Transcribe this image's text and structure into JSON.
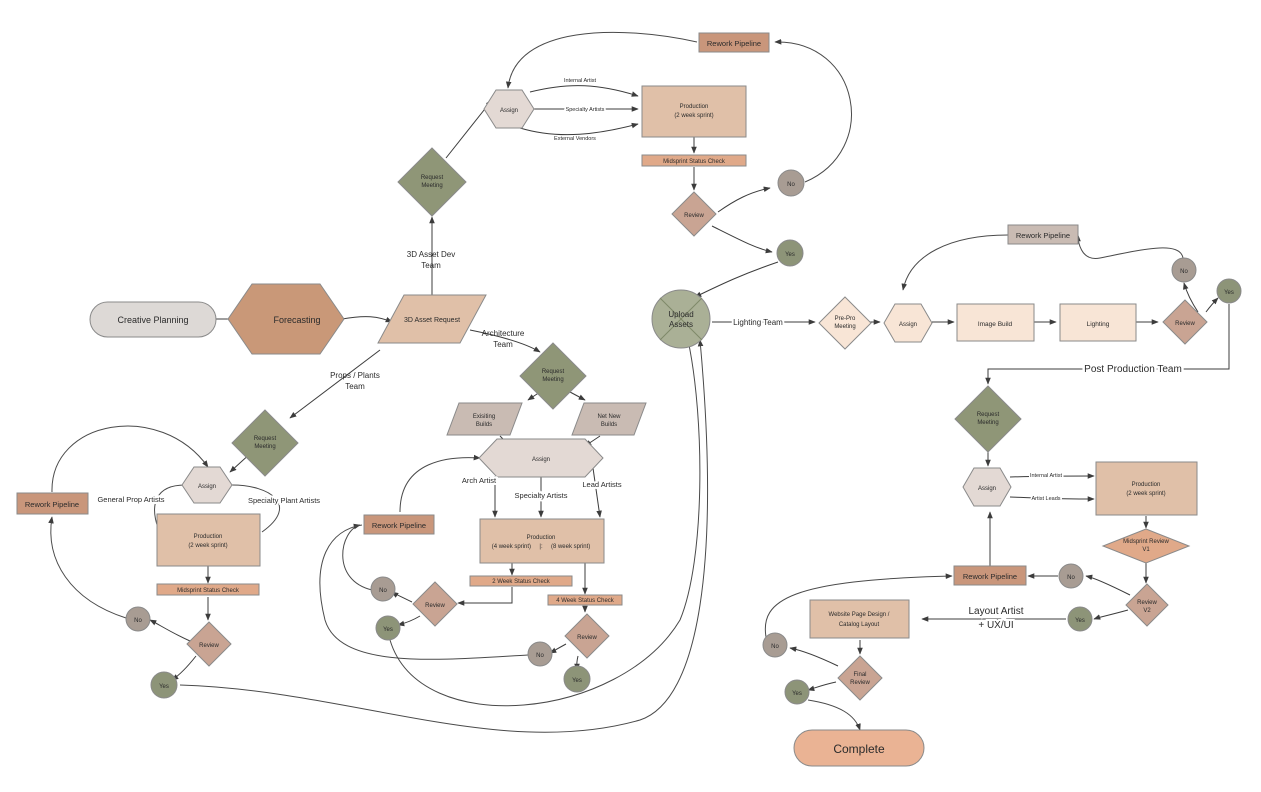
{
  "colors": {
    "taupe": "#c9bbb3",
    "sage": "#aab096",
    "sage_dark": "#8f9677",
    "peach": "#e0c0a8",
    "peach_light": "#f8e5d6",
    "clay": "#c99878",
    "rework": "#c9967b",
    "status_check": "#e0a989",
    "grey_pill": "#ddd9d6",
    "complete": "#eab394",
    "no_circle": "#a89c93",
    "yes_circle": "#8d9478",
    "assign_hex": "#e3d9d4",
    "review_diamond": "#c9a493"
  },
  "nodes": {
    "creative_planning": "Creative Planning",
    "forecasting": "Forecasting",
    "asset_request": "3D Asset Request",
    "upload_assets": "Upload Assets",
    "complete": "Complete",
    "top": {
      "request_meeting": "Request Meeting",
      "assign": "Assign",
      "production": "Production",
      "production_sub": "(2 week sprint)",
      "status_check": "Midsprint Status Check",
      "review": "Review",
      "no": "No",
      "yes": "Yes",
      "rework": "Rework Pipeline",
      "internal_artist": "Internal Artist",
      "specialty_artists": "Specialty Artists",
      "external_vendors": "External Vendors"
    },
    "props": {
      "request_meeting": "Request Meeting",
      "assign": "Assign",
      "general_prop_artists": "General Prop Artists",
      "specialty_plant_artists": "Specialty Plant Artists",
      "production": "Production",
      "production_sub": "(2 week sprint)",
      "status_check": "Midsprint Status Check",
      "review": "Review",
      "no": "No",
      "yes": "Yes",
      "rework": "Rework Pipeline"
    },
    "arch": {
      "request_meeting": "Request Meeting",
      "existing_builds": "Exisiting Builds",
      "net_new_builds": "Net New Builds",
      "assign": "Assign",
      "arch_artist": "Arch Artist",
      "specialty_artists": "Specialty Artists",
      "lead_artists": "Lead Artists",
      "production": "Production",
      "production_sub": "(4 week sprint)     |:     (8 week sprint)",
      "status_2": "2 Week Status Check",
      "status_4": "4 Week Status Check",
      "review_left": "Review",
      "review_right": "Review",
      "no_left": "No",
      "yes_left": "Yes",
      "no_right": "No",
      "yes_right": "Yes",
      "rework": "Rework Pipeline"
    },
    "lighting": {
      "pre_pro": "Pre-Pro Meeting",
      "assign": "Assign",
      "image_build": "Image Build",
      "lighting": "Lighting",
      "review": "Review",
      "no": "No",
      "yes": "Yes",
      "rework": "Rework Pipeline"
    },
    "post": {
      "request_meeting": "Request Meeting",
      "assign": "Assign",
      "internal_artist": "Internal Artist",
      "artist_leads": "Artist Leads",
      "production": "Production",
      "production_sub": "(2 week sprint)",
      "midsprint_review": "Midsprint Review V1",
      "review_v2": "Review V2",
      "no": "No",
      "yes": "Yes",
      "rework": "Rework Pipeline",
      "layout_artist": "Layout Artist",
      "ux_ui": "+ UX/UI",
      "website_design": "Website Page Design /",
      "catalog_layout": "Catalog Layout",
      "final_review": "Final Review",
      "no_final": "No",
      "yes_final": "Yes"
    }
  },
  "edge_labels": {
    "dev_team": "3D Asset Dev",
    "dev_team_2": "Team",
    "architecture_team": "Architecture",
    "architecture_team_2": "Team",
    "props_team": "Props / Plants",
    "props_team_2": "Team",
    "lighting_team": "Lighting Team",
    "post_production_team": "Post Production Team"
  }
}
